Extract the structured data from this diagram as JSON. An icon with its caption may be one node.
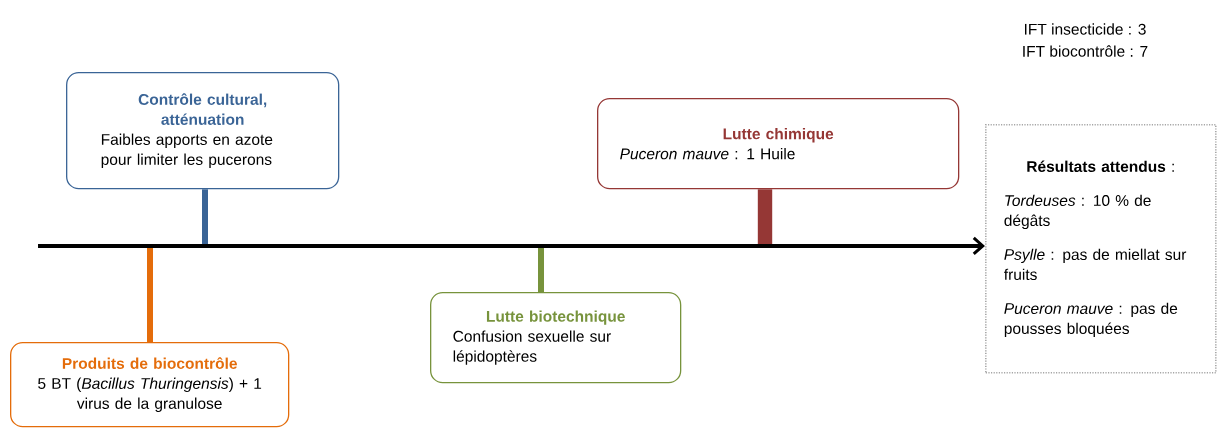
{
  "diagram": {
    "nodes": [
      {
        "text": [
          "Contrôle cultural, atténuation",
          "Faibles apports en azote pour limiter les pucerons"
        ]
      },
      {
        "text": [
          "Produits de biocontrôle",
          "5 BT (*Bacillus Thuringensis*) + 1 virus de la granulose"
        ]
      },
      {
        "text": [
          "Lutte biotechnique",
          "Confusion sexuelle sur lépidoptères"
        ]
      },
      {
        "text": [
          "Lutte chimique",
          "*Puceron mauve* : 1 Huile"
        ]
      },
      {
        "text": [
          "**Résultats attendus** :",
          "*Tordeuses* : 10 % de dégâts",
          "*Psylle* : pas de miellat sur fruits",
          "*Puceron mauve* : pas de pousses bloquées"
        ]
      }
    ],
    "edges": [
      {
        "from": null,
        "to": 4,
        "arrow": "to"
      },
      {
        "from": 0,
        "to": null,
        "arrow": "none",
        "color": "#3a6496"
      },
      {
        "from": 1,
        "to": null,
        "arrow": "none",
        "color": "#e46c0a"
      },
      {
        "from": 2,
        "to": null,
        "arrow": "none",
        "color": "#77933c"
      },
      {
        "from": 3,
        "to": null,
        "arrow": "none",
        "style": "thick",
        "color": "#953735"
      }
    ],
    "labels": [
      "IFT insecticide : 3",
      "IFT biocontrôle : 7"
    ]
  }
}
